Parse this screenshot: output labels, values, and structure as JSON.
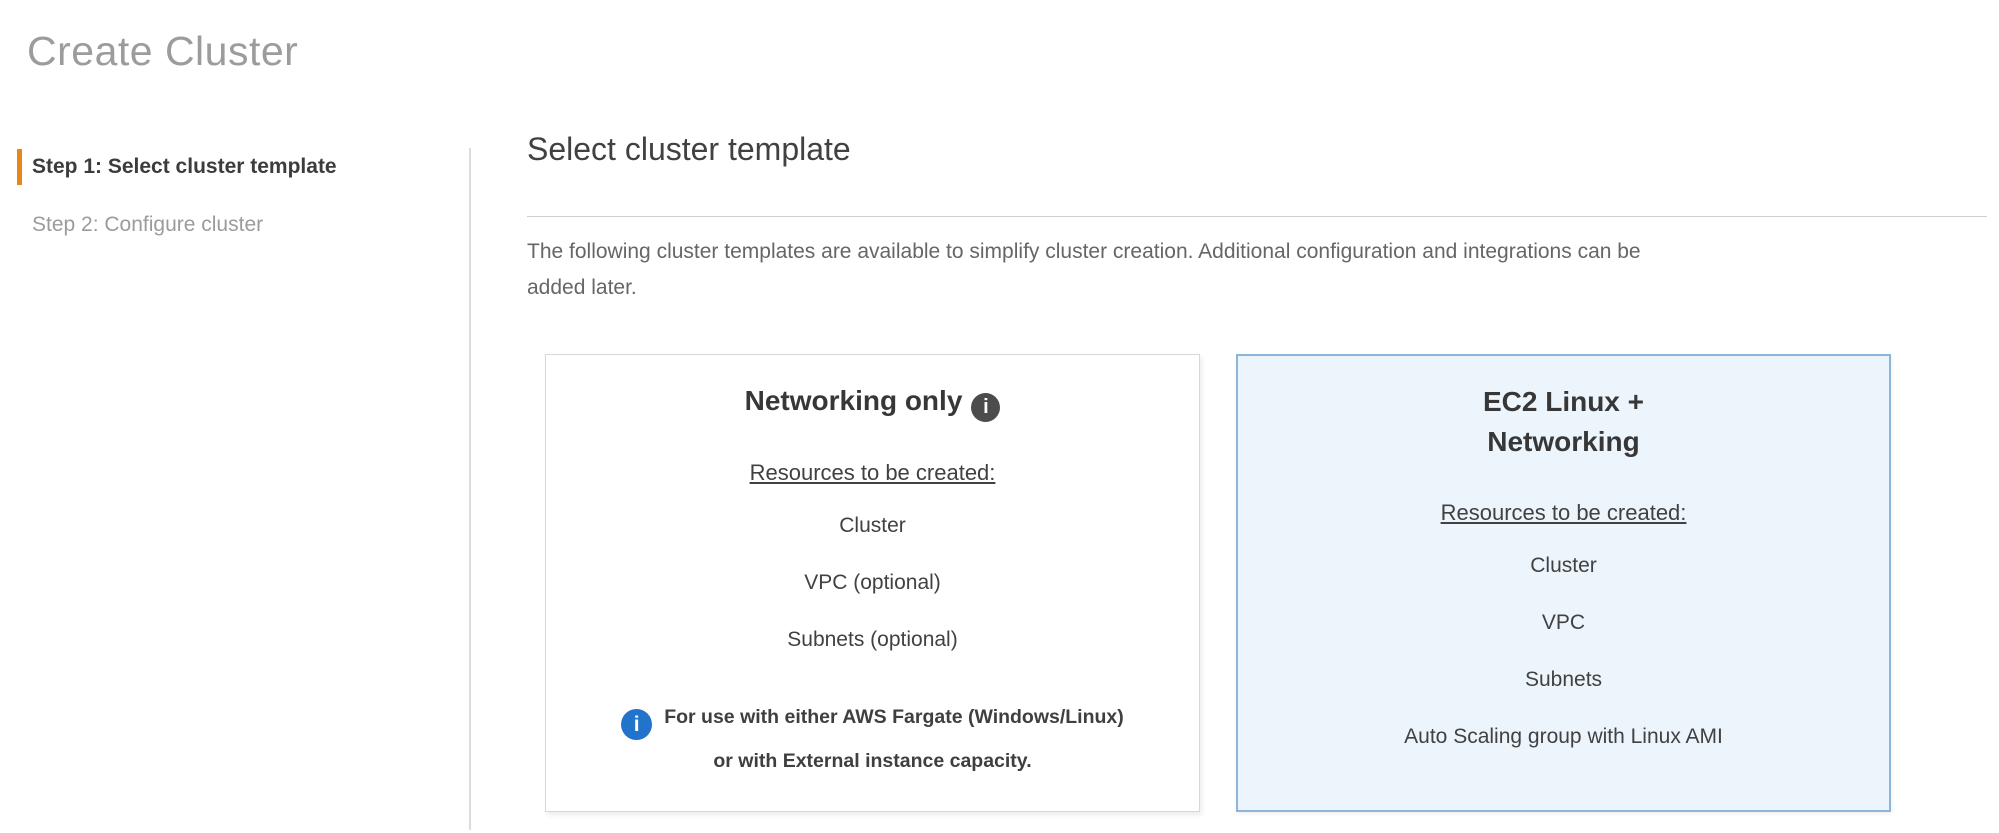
{
  "page": {
    "title": "Create Cluster"
  },
  "steps": [
    {
      "label": "Step 1: Select cluster template",
      "active": true
    },
    {
      "label": "Step 2: Configure cluster",
      "active": false
    }
  ],
  "main": {
    "heading": "Select cluster template",
    "description": "The following cluster templates are available to simplify cluster creation. Additional configuration and integrations can be\nadded later.",
    "templates": [
      {
        "name": "Networking only",
        "title_icon": "info-icon",
        "resources_label": "Resources to be created:",
        "resources": [
          "Cluster",
          "VPC (optional)",
          "Subnets (optional)"
        ],
        "note_icon": "info-icon",
        "note": "For use with either AWS Fargate (Windows/Linux)\nor with External instance capacity.",
        "selected": false
      },
      {
        "name": "EC2 Linux +\nNetworking",
        "resources_label": "Resources to be created:",
        "resources": [
          "Cluster",
          "VPC",
          "Subnets",
          "Auto Scaling group with Linux AMI"
        ],
        "selected": true
      }
    ]
  },
  "icons": {
    "info_glyph": "i"
  },
  "colors": {
    "accent_orange": "#e8861a",
    "selected_border": "#8db4d9",
    "selected_bg": "#edf5fc",
    "info_blue": "#2173cc",
    "info_dark": "#4c4c4c"
  }
}
